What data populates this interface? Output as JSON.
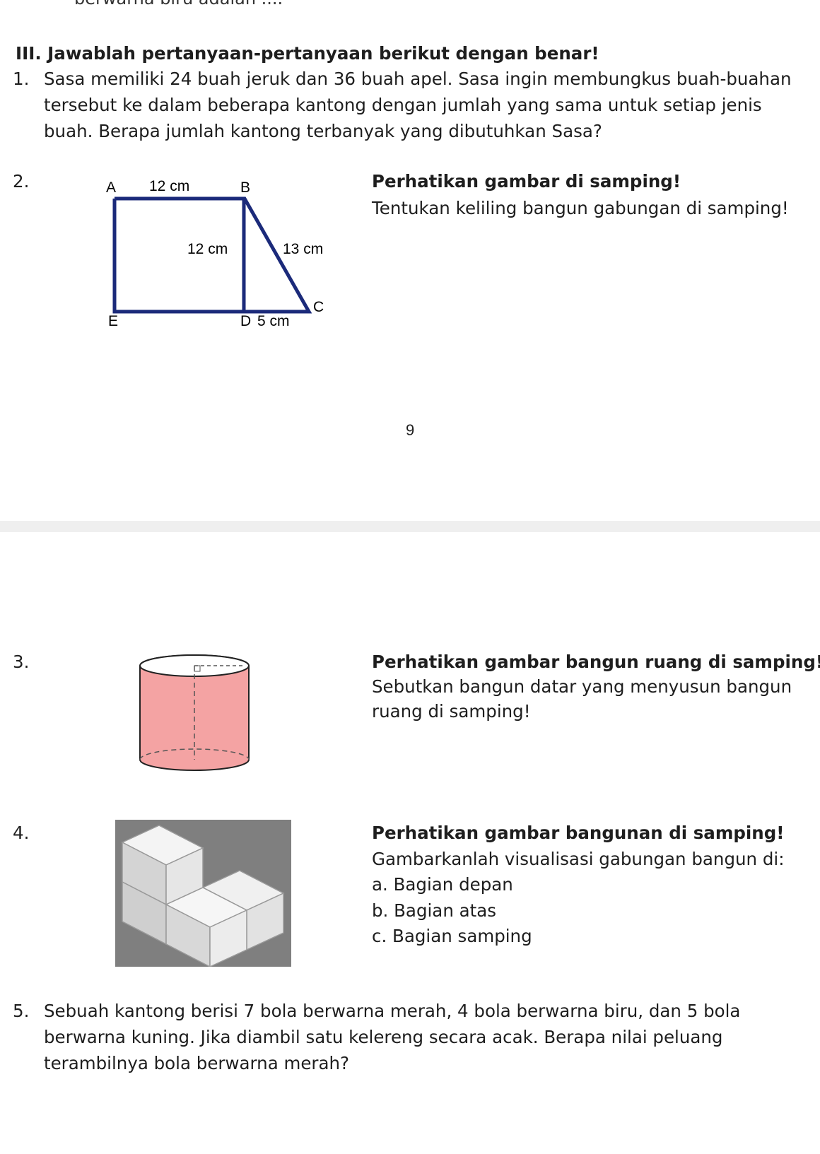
{
  "top_cut_text": "berwarna biru adalah ....",
  "section": {
    "title": "III.  Jawablah pertanyaan-pertanyaan berikut dengan benar!"
  },
  "q1": {
    "number": "1.",
    "lines": [
      "Sasa memiliki 24 buah jeruk dan 36 buah apel. Sasa ingin membungkus buah-buahan",
      "tersebut ke dalam beberapa kantong dengan jumlah yang sama untuk setiap jenis",
      "buah. Berapa jumlah kantong terbanyak yang dibutuhkan Sasa?"
    ]
  },
  "q2": {
    "number": "2.",
    "heading": "Perhatikan gambar di samping!",
    "text": "Tentukan keliling bangun gabungan di samping!",
    "figure": {
      "point_a": "A",
      "point_b": "B",
      "point_c": "C",
      "point_d": "D",
      "point_e": "E",
      "label_ab": "12 cm",
      "label_bd": "12 cm",
      "label_bc": "13 cm",
      "label_dc": "5 cm"
    }
  },
  "page_number": "9",
  "q3": {
    "number": "3.",
    "heading": "Perhatikan gambar bangun ruang di samping!",
    "lines": [
      "Sebutkan bangun datar yang menyusun bangun",
      "ruang di samping!"
    ],
    "cylinder_color": "#f4a3a3"
  },
  "q4": {
    "number": "4.",
    "heading": "Perhatikan gambar bangunan di samping!",
    "text": "Gambarkanlah visualisasi gabungan bangun di:",
    "options": [
      "a. Bagian depan",
      "b. Bagian atas",
      "c. Bagian samping"
    ]
  },
  "q5": {
    "number": "5.",
    "lines": [
      "Sebuah kantong berisi 7 bola berwarna merah, 4 bola berwarna biru, dan 5 bola",
      "berwarna kuning. Jika diambil satu kelereng secara acak. Berapa nilai peluang",
      "terambilnya bola berwarna merah?"
    ]
  }
}
